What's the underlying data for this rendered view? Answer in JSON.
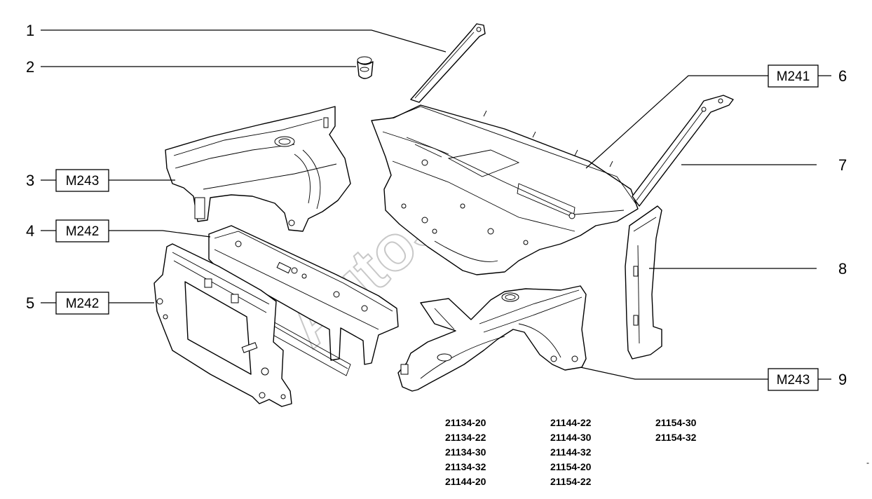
{
  "watermark": "AutoSoft",
  "callouts": [
    {
      "number": "1",
      "code": ""
    },
    {
      "number": "2",
      "code": ""
    },
    {
      "number": "3",
      "code": "M243"
    },
    {
      "number": "4",
      "code": "M242"
    },
    {
      "number": "5",
      "code": "M242"
    },
    {
      "number": "6",
      "code": "M241"
    },
    {
      "number": "7",
      "code": ""
    },
    {
      "number": "8",
      "code": ""
    },
    {
      "number": "9",
      "code": "M243"
    }
  ],
  "variants": {
    "column_1": [
      "21134-20",
      "21134-22",
      "21134-30",
      "21134-32",
      "21144-20"
    ],
    "column_2": [
      "21144-22",
      "21144-30",
      "21144-32",
      "21154-20",
      "21154-22"
    ],
    "column_3": [
      "21154-30",
      "21154-32"
    ]
  },
  "corner_mark": "-"
}
